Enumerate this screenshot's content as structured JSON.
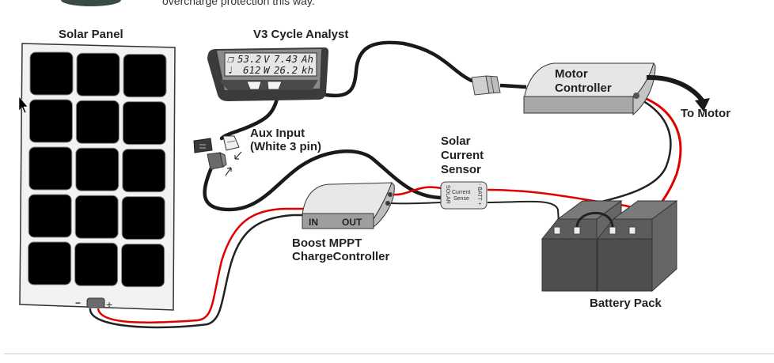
{
  "intro": {
    "text_tail": "overcharge protection this way."
  },
  "labels": {
    "solar_panel": "Solar Panel",
    "cycle_analyst": "V3 Cycle Analyst",
    "aux_input_line1": "Aux Input",
    "aux_input_line2": "(White 3 pin)",
    "solar_current_line1": "Solar",
    "solar_current_line2": "Current",
    "solar_current_line3": "Sensor",
    "boost_line1": "Boost MPPT",
    "boost_line2": "ChargeController",
    "motor_line1": "Motor",
    "motor_line2": "Controller",
    "to_motor": "To Motor",
    "battery_pack": "Battery Pack"
  },
  "cycle_analyst_display": {
    "row1": {
      "voltage": "53.2",
      "voltage_unit": "V",
      "amp_hours": "7.43",
      "amp_hours_unit": "Ah"
    },
    "row2": {
      "power": "612",
      "power_unit": "W",
      "speed": "26.2",
      "speed_unit": "kh"
    }
  },
  "charge_controller": {
    "in_label": "IN",
    "out_label": "OUT"
  },
  "current_sensor": {
    "left_label": "SOLAR",
    "center_line1": "Current",
    "center_line2": "Sense",
    "right_label": "- BATT +"
  },
  "solar_panel": {
    "minus": "−",
    "plus": "+",
    "cells_rows": 5,
    "cells_cols": 3
  },
  "colors": {
    "wire_positive": "#e00000",
    "wire_negative": "#222222",
    "cell": "#000000",
    "panel_bg": "#f2f2f2",
    "device_gray": "#d8d8d8",
    "battery": "#555555"
  }
}
